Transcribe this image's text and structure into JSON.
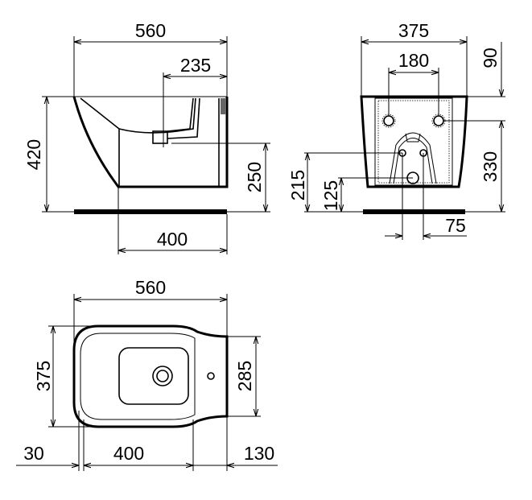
{
  "side_view": {
    "width": "560",
    "outlet_offset": "235",
    "height": "420",
    "outlet_height": "250",
    "depth": "400"
  },
  "rear_view": {
    "width": "375",
    "bolt_spacing": "180",
    "bolt_top": "90",
    "supply_height": "215",
    "waste_height": "125",
    "bolt_height": "330",
    "supply_spacing": "75"
  },
  "top_view": {
    "length": "560",
    "width": "375",
    "back_width": "285",
    "front_offset": "30",
    "basin_length": "400",
    "back_offset": "130"
  }
}
